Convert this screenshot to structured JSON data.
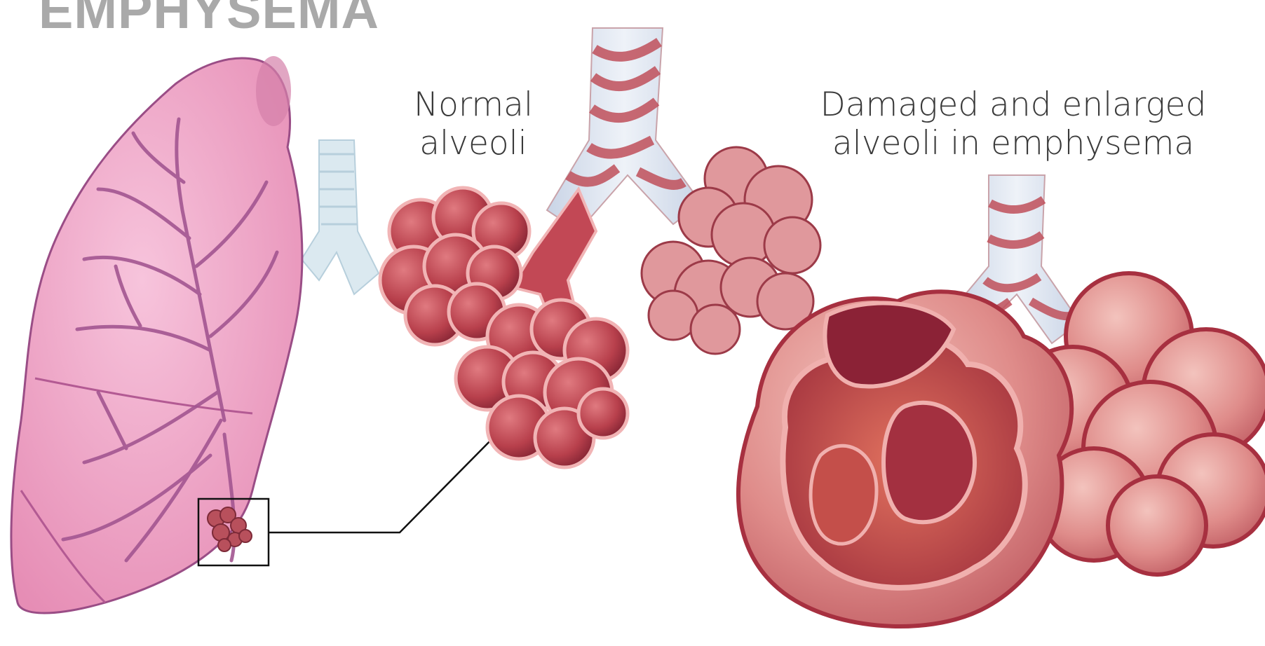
{
  "title": "EMPHYSEMA",
  "labels": {
    "normal": [
      "Normal",
      "alveoli"
    ],
    "damaged": [
      "Damaged and enlarged",
      "alveoli in emphysema"
    ]
  },
  "colors": {
    "title": "#a9a9a9",
    "lung": "#f0a9c9",
    "alveoli": "#b8404c",
    "trachea": "#dfe9f2",
    "label_text": "#3a3a3a"
  }
}
